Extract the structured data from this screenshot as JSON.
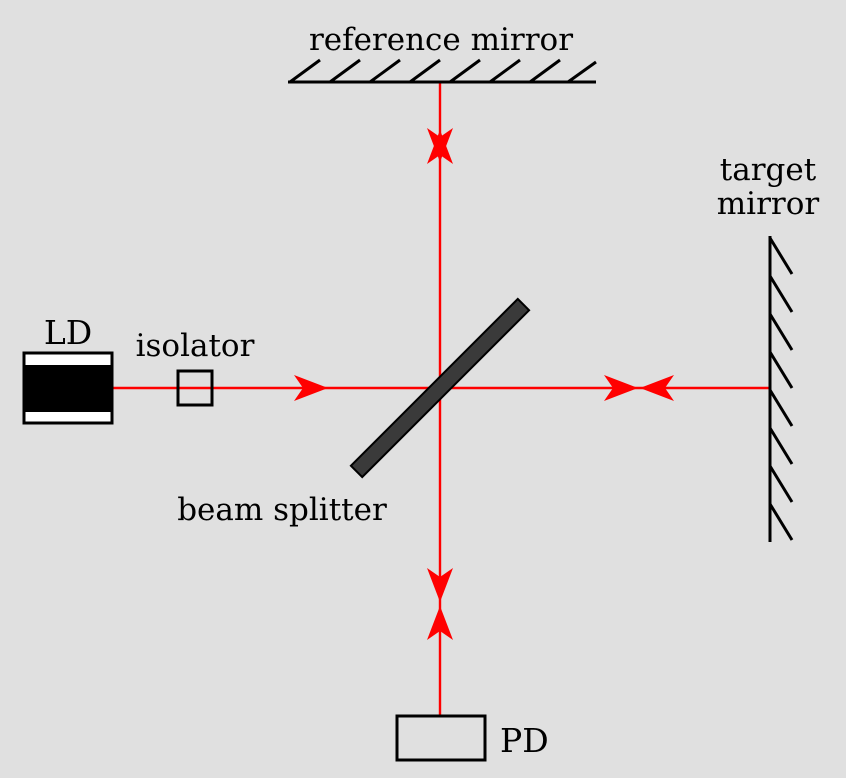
{
  "labels": {
    "reference_mirror": "reference mirror",
    "target_line1": "target",
    "target_line2": "mirror",
    "ld": "LD",
    "isolator": "isolator",
    "beam_splitter": "beam splitter",
    "pd": "PD"
  },
  "colors": {
    "background": "#e0e0e0",
    "beam": "#ff0000",
    "line": "#000000",
    "beam_splitter": "#3a3a3a"
  }
}
